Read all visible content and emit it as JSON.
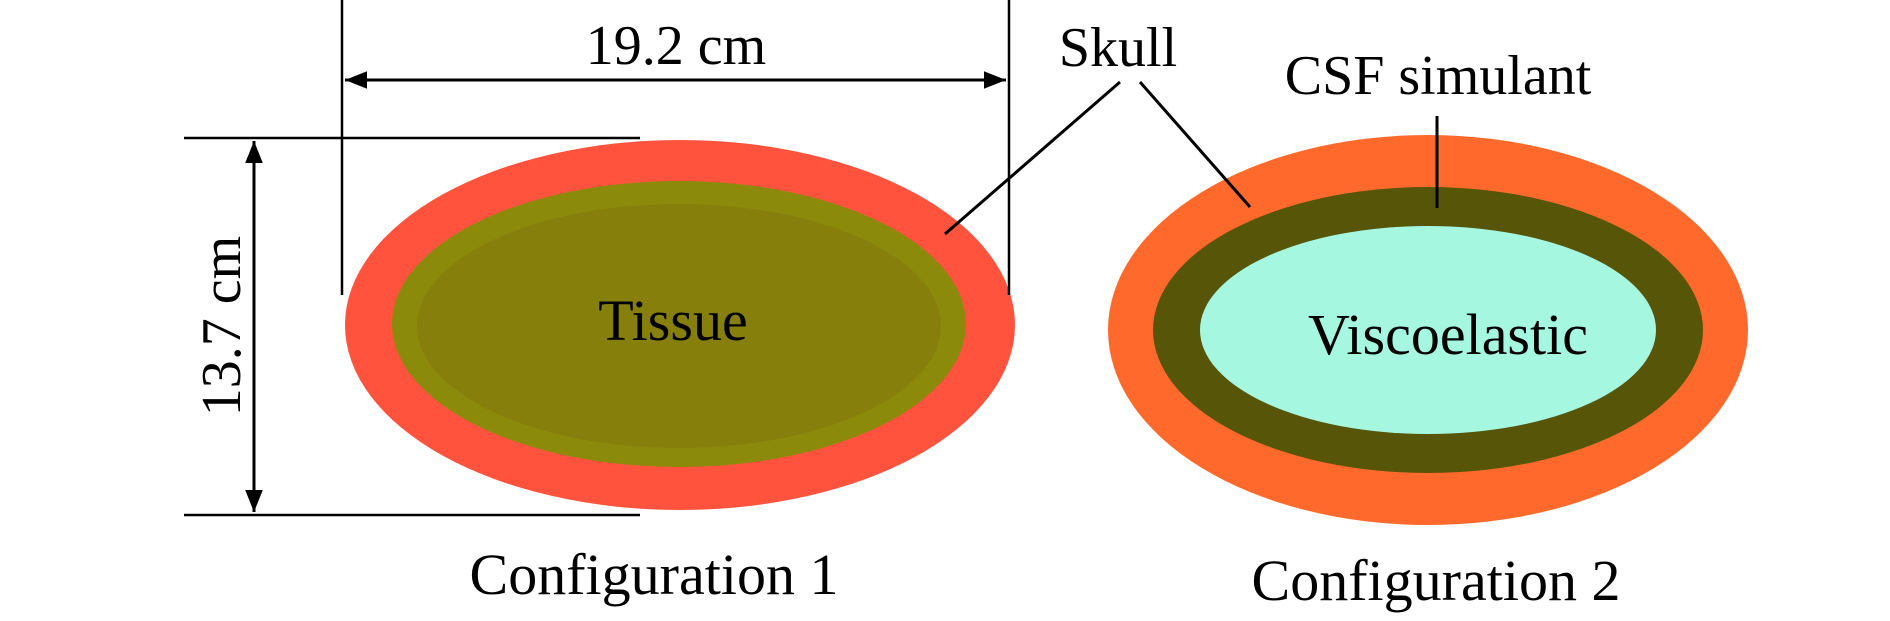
{
  "dimensions": {
    "width_label": "19.2 cm",
    "height_label": "13.7 cm"
  },
  "labels": {
    "skull": "Skull",
    "csf": "CSF simulant",
    "tissue": "Tissue",
    "viscoelastic": "Viscoelastic"
  },
  "configurations": [
    {
      "caption": "Configuration 1"
    },
    {
      "caption": "Configuration 2"
    }
  ],
  "colors": {
    "skull_config1": "#ff533d",
    "tissue": "#8c8a0a",
    "tissue_inner": "#867f0c",
    "skull_config2": "#ff6a2c",
    "csf": "#565508",
    "viscoelastic": "#a5f7e0",
    "lines": "#000000"
  }
}
